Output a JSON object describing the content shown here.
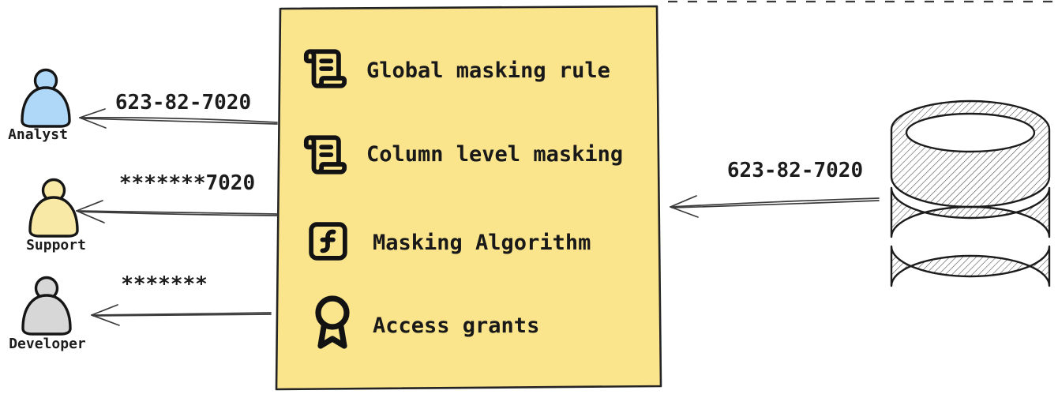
{
  "diagram": {
    "masking_box": {
      "fill": "#FAE48C",
      "items": [
        {
          "icon": "scroll-text-icon",
          "label": "Global masking rule"
        },
        {
          "icon": "scroll-text-icon",
          "label": "Column level masking"
        },
        {
          "icon": "function-square-icon",
          "label": "Masking Algorithm"
        },
        {
          "icon": "award-icon",
          "label": "Access grants"
        }
      ]
    },
    "consumers": [
      {
        "name": "Analyst",
        "received_value": "623-82-7020",
        "color": "#AFD7F8"
      },
      {
        "name": "Support",
        "received_value": "*******7020",
        "color": "#F9E9A6"
      },
      {
        "name": "Developer",
        "received_value": "*******",
        "color": "#D7D7D7"
      }
    ],
    "source": {
      "icon": "database-icon",
      "sent_value": "623-82-7020"
    }
  }
}
